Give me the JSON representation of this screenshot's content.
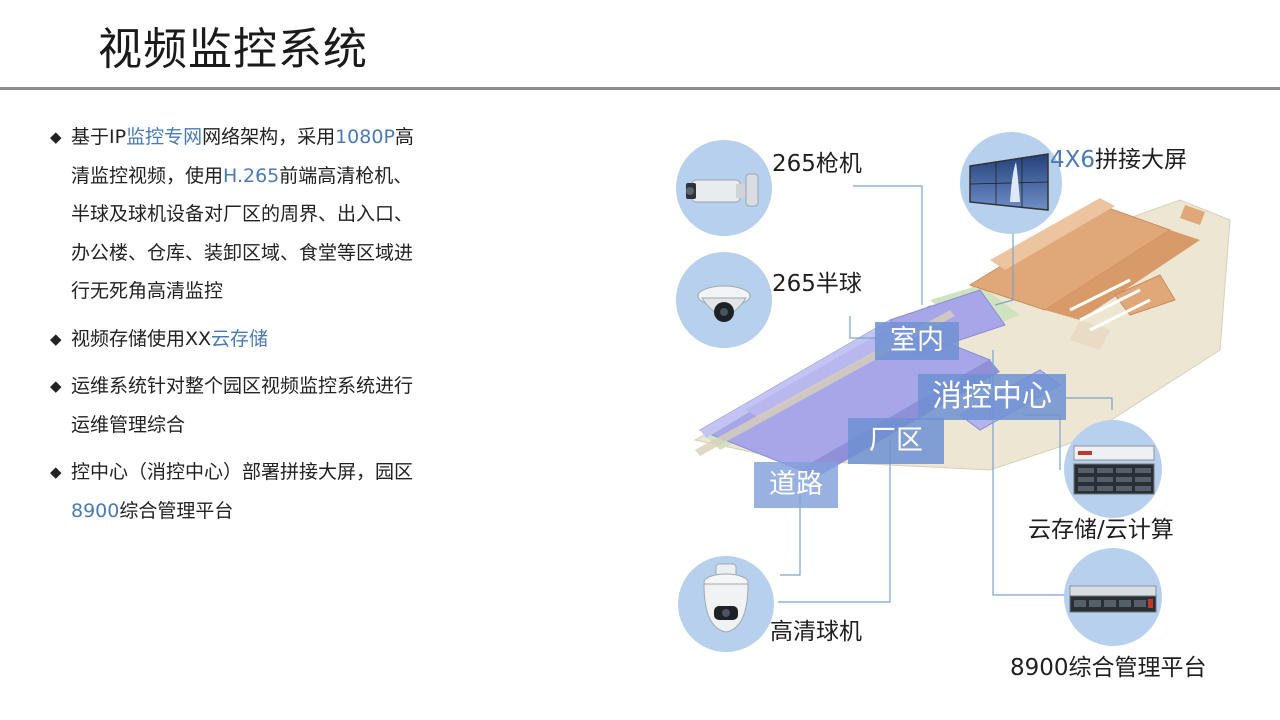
{
  "page": {
    "title": "视频监控系统"
  },
  "bullets": [
    {
      "mark": "◆",
      "parts": [
        {
          "text": "基于IP",
          "hl": false
        },
        {
          "text": "监控专网",
          "hl": true
        },
        {
          "text": "网络架构，采用",
          "hl": false
        }
      ]
    },
    {
      "parts": [
        {
          "text": "1080P",
          "hl": true
        },
        {
          "text": "高清监控视频，使用",
          "hl": false
        },
        {
          "text": "H.265",
          "hl": true
        },
        {
          "text": "前端高清枪机、半球及球机设备对厂区的周界、出入口、办公楼、仓库、装卸区域、食堂等区域进行无死角高清监控",
          "hl": false
        }
      ]
    },
    {
      "mark": "◆",
      "parts": [
        {
          "text": "视频存储使用XX",
          "hl": false
        },
        {
          "text": "云存储",
          "hl": true
        }
      ]
    },
    {
      "mark": "◆",
      "parts": [
        {
          "text": "运维系统针对整个园区视频监控系统进行运维管理综合",
          "hl": false
        }
      ]
    },
    {
      "mark": "◆",
      "parts": [
        {
          "text": "控中心（消控中心）部署拼接大屏，园区",
          "hl": false
        },
        {
          "text": "8900",
          "hl": true
        },
        {
          "text": "综合管理平台",
          "hl": false
        }
      ]
    }
  ],
  "diagram": {
    "devices": {
      "bullet_camera": "265枪机",
      "dome_camera": "265半球",
      "ptz_camera": "高清球机",
      "video_wall_prefix": "4X6",
      "video_wall_suffix": "拼接大屏",
      "cloud_storage": "云存储/云计算",
      "platform": "8900综合管理平台"
    },
    "areas": {
      "indoor": "室内",
      "control_center": "消控中心",
      "factory": "厂区",
      "road": "道路"
    },
    "icons": [
      "bullet-camera-icon",
      "dome-camera-icon",
      "ptz-camera-icon",
      "video-wall-icon",
      "storage-server-icon",
      "platform-server-icon",
      "campus-map-icon"
    ],
    "colors": {
      "accent": "#4a7ab3",
      "circle_bg": "#b7d0ee",
      "connector": "#7aa3cf",
      "area_tag": "#7a9fd6",
      "building_purple": "#a6a6e8",
      "building_orange": "#e0a878",
      "ground": "#ece6d2",
      "lawn": "#cfe3c0"
    }
  }
}
